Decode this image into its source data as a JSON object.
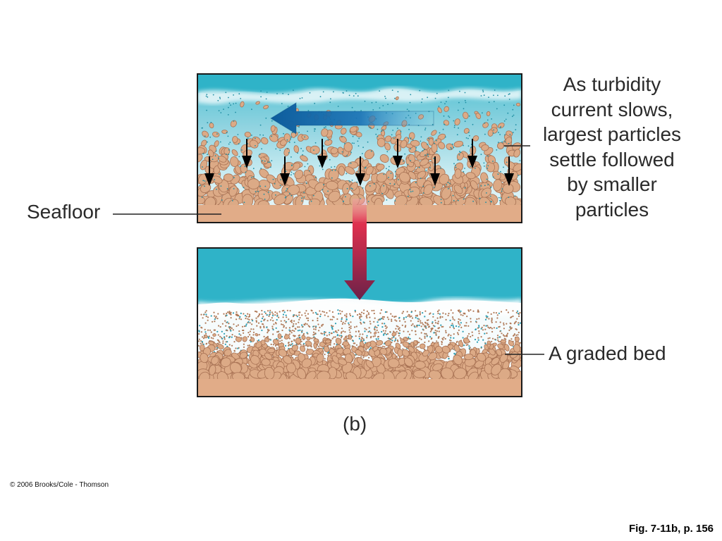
{
  "figure": {
    "annotation": "As turbidity\ncurrent slows,\nlargest particles\nsettle followed\nby smaller\nparticles",
    "seafloor_label": "Seafloor",
    "graded_bed_label": "A graded bed",
    "panel_label": "(b)",
    "copyright": "© 2006 Brooks/Cole - Thomson",
    "figure_reference": "Fig. 7-11b, p. 156"
  },
  "colors": {
    "water": "#2fb3c8",
    "water_light": "#bfe7ef",
    "sediment": "#dcaa86",
    "sediment_outline": "#a87254",
    "seafloor": "#e1ac88",
    "flow_arrow": "#0d5c9c",
    "transition_arrow_top": "#e0304e",
    "transition_arrow_bottom": "#6b2148",
    "settling_arrow": "#000000"
  },
  "icons": {
    "flow": "arrow-left-icon",
    "settling": "arrow-down-icon",
    "transition": "arrow-down-icon"
  }
}
